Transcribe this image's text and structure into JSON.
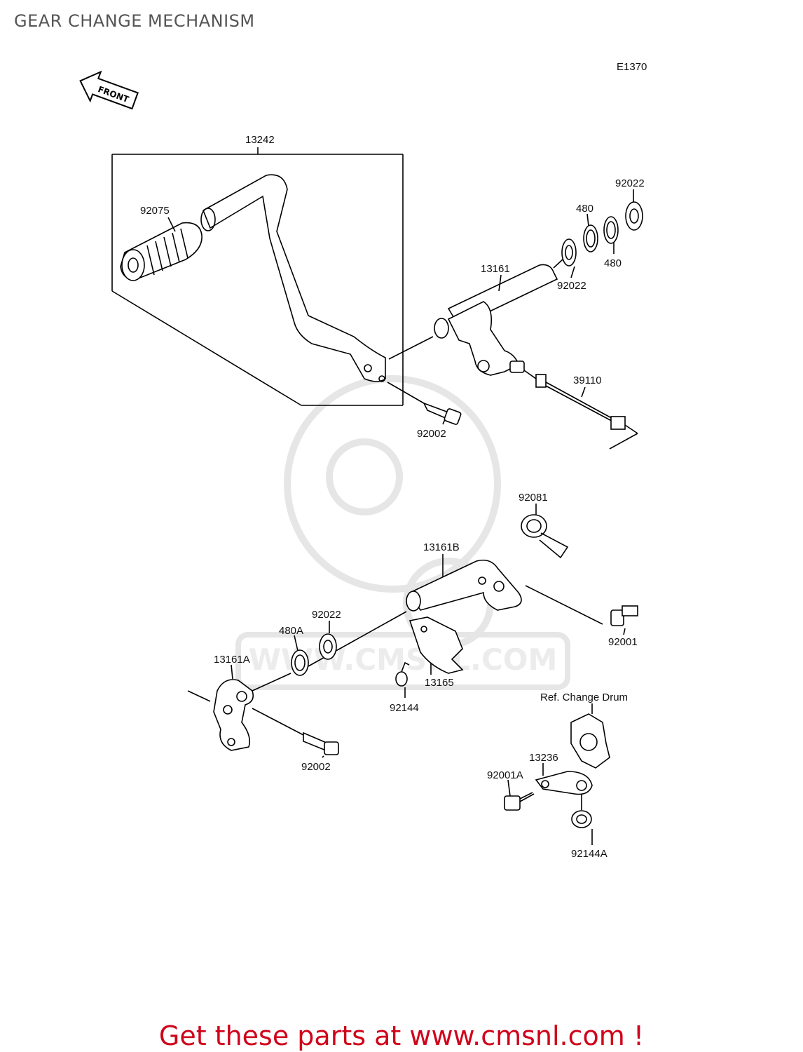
{
  "page_title": "GEAR CHANGE MECHANISM",
  "diagram_code": "E1370",
  "front_marker": "FRONT",
  "watermark": "WWW.CMSNL.COM",
  "part_labels": {
    "p13242": "13242",
    "p92075": "92075",
    "p92022_top": "92022",
    "p480_a": "480",
    "p480_b": "480",
    "p13161": "13161",
    "p92022_mid": "92022",
    "p39110": "39110",
    "p92002_top": "92002",
    "p92081": "92081",
    "p13161B": "13161B",
    "p92001": "92001",
    "p92022_low": "92022",
    "p480A": "480A",
    "p13161A": "13161A",
    "p13165": "13165",
    "p92144": "92144",
    "p92002_low": "92002",
    "ref_drum": "Ref. Change Drum",
    "p13236": "13236",
    "p92001A": "92001A",
    "p92144A": "92144A"
  },
  "footer_text": "Get these parts at www.cmsnl.com !"
}
